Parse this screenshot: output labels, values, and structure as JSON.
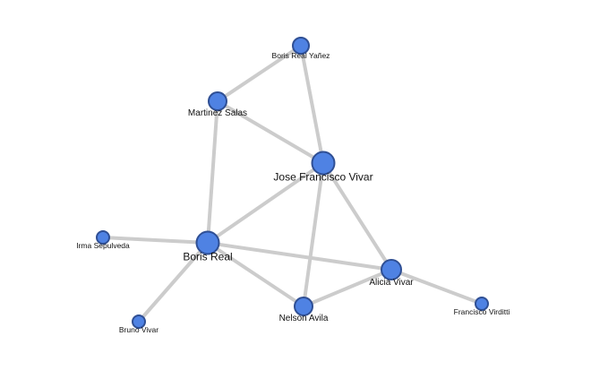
{
  "graph": {
    "nodes": [
      {
        "id": "bry",
        "label": "Boris Real Yañez",
        "degree": 2
      },
      {
        "id": "ms",
        "label": "Martinez Salas",
        "degree": 3
      },
      {
        "id": "jfv",
        "label": "Jose Francisco Vivar",
        "degree": 5
      },
      {
        "id": "is",
        "label": "Irma Sepulveda",
        "degree": 1
      },
      {
        "id": "br",
        "label": "Boris Real",
        "degree": 6
      },
      {
        "id": "av",
        "label": "Alicia Vivar",
        "degree": 4
      },
      {
        "id": "na",
        "label": "Nelson Avila",
        "degree": 3
      },
      {
        "id": "fv",
        "label": "Francisco Virditti",
        "degree": 1
      },
      {
        "id": "bv",
        "label": "Bruno Vivar",
        "degree": 1
      }
    ],
    "edges": [
      [
        "bry",
        "ms"
      ],
      [
        "bry",
        "jfv"
      ],
      [
        "ms",
        "jfv"
      ],
      [
        "ms",
        "br"
      ],
      [
        "jfv",
        "br"
      ],
      [
        "jfv",
        "av"
      ],
      [
        "jfv",
        "na"
      ],
      [
        "br",
        "is"
      ],
      [
        "br",
        "bv"
      ],
      [
        "br",
        "av"
      ],
      [
        "br",
        "na"
      ],
      [
        "na",
        "av"
      ],
      [
        "av",
        "fv"
      ]
    ],
    "colors": {
      "node_fill": "#4f82e3",
      "node_stroke": "#2f4f94",
      "edge": "#cccccc"
    }
  }
}
